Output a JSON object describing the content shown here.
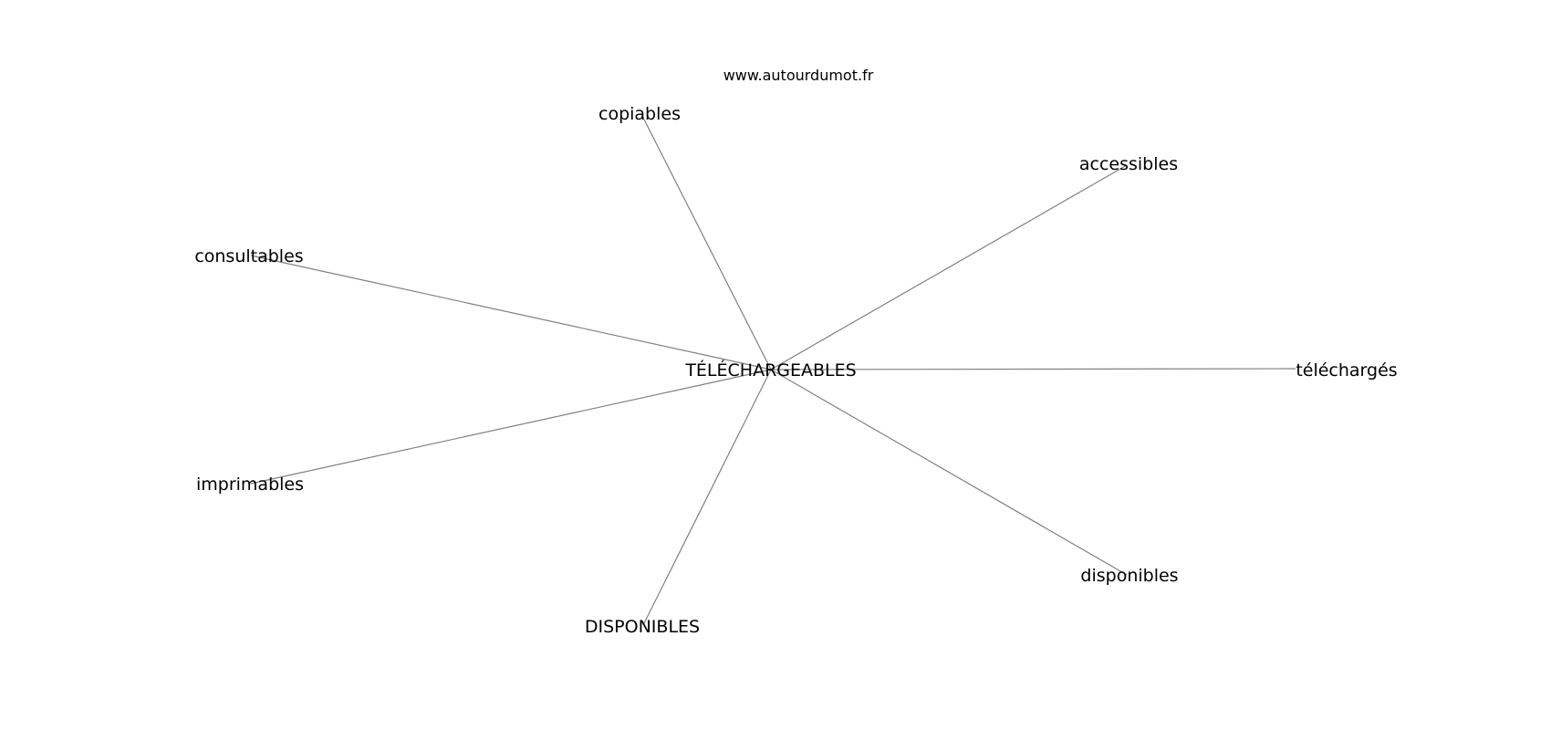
{
  "source": "www.autourdumot.fr",
  "center_word": "TÉLÉCHARGEABLES",
  "related_words": {
    "copiables": "copiables",
    "accessibles": "accessibles",
    "consultables": "consultables",
    "telecharges": "téléchargés",
    "imprimables": "imprimables",
    "disponibles": "disponibles",
    "disponibles_upper": "DISPONIBLES"
  },
  "colors": {
    "edge": "#808080",
    "text": "#000000",
    "background": "#ffffff"
  }
}
